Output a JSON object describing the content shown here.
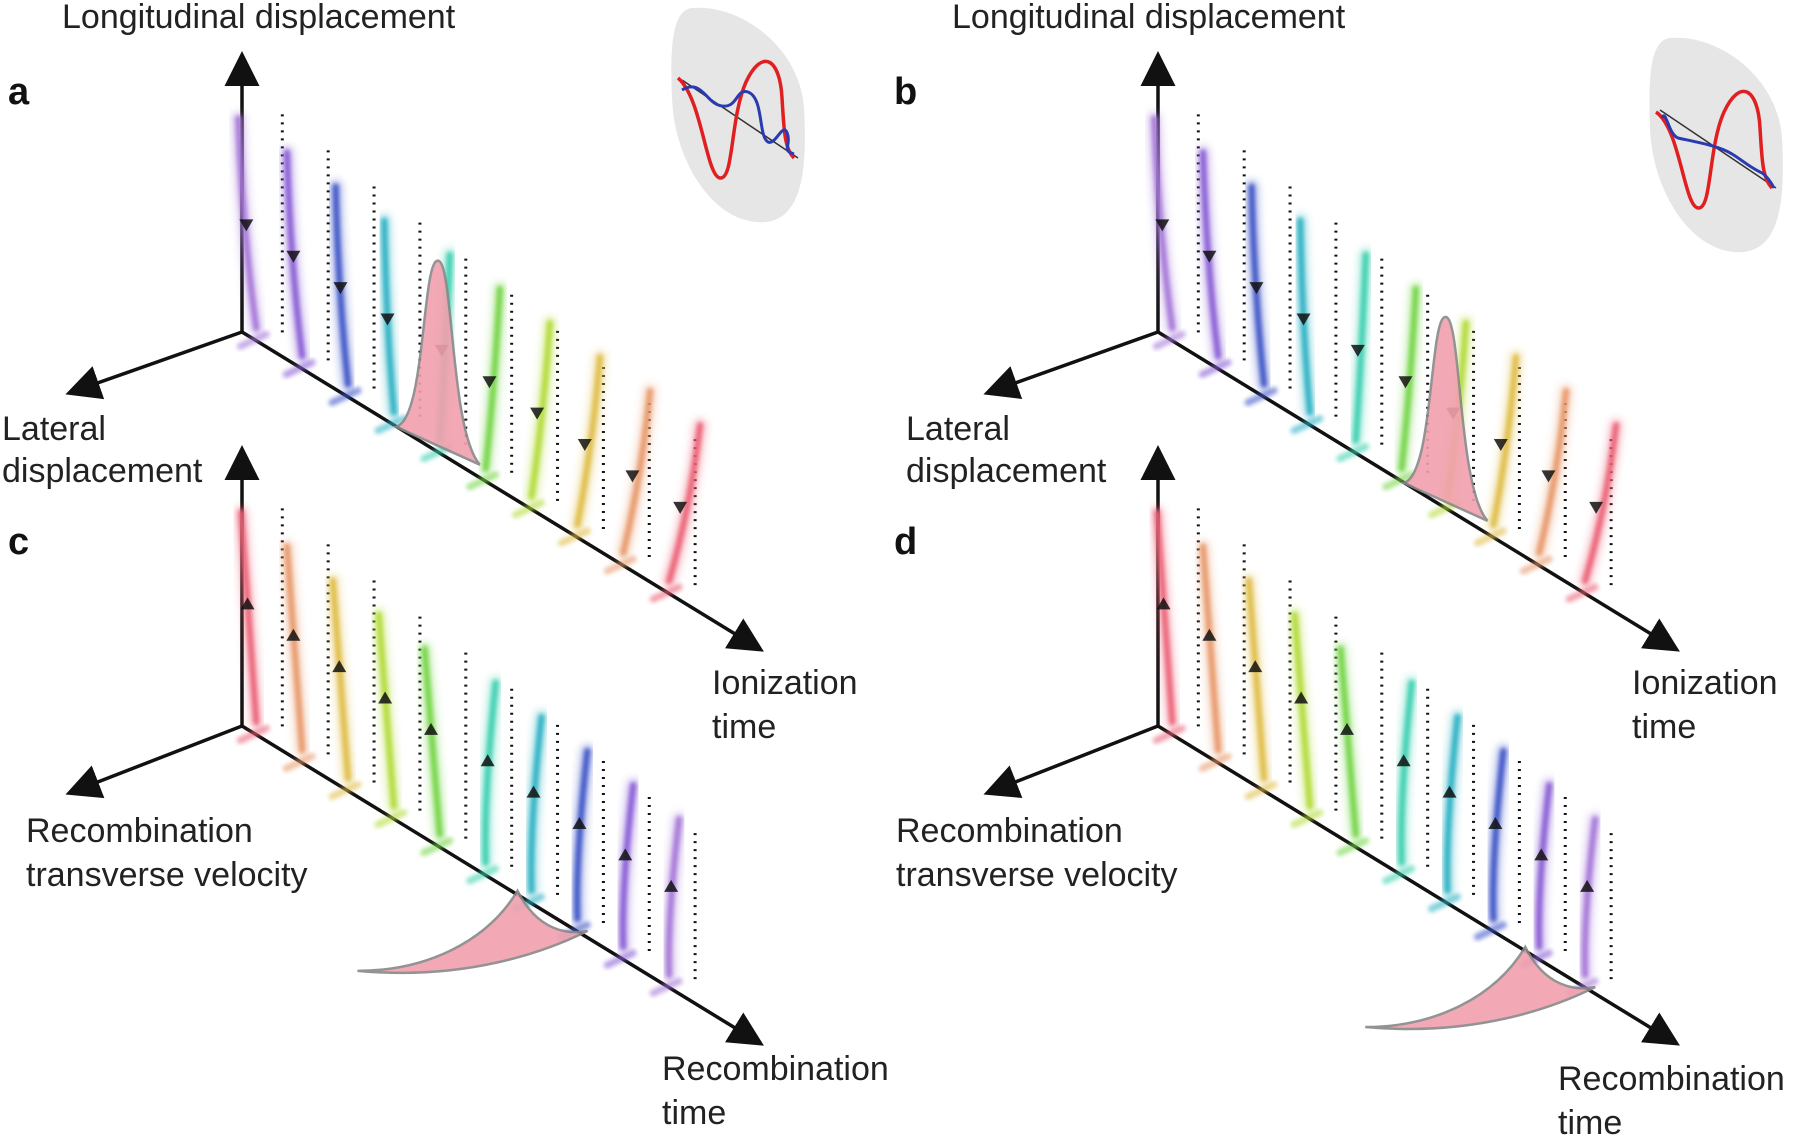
{
  "panels": [
    {
      "id": "a",
      "letter": "a",
      "vertical_label": "Longitudinal displacement",
      "left_label": [
        "Lateral",
        "displacement"
      ],
      "right_label": [
        "Ionization",
        "time"
      ],
      "direction": "up",
      "pulse_index": 4,
      "has_inset": true
    },
    {
      "id": "b",
      "letter": "b",
      "vertical_label": "Longitudinal displacement",
      "left_label": [
        "Lateral",
        "displacement"
      ],
      "right_label": [
        "Ionization",
        "time"
      ],
      "direction": "up",
      "pulse_index": 6,
      "has_inset": true
    },
    {
      "id": "c",
      "letter": "c",
      "vertical_label": "",
      "left_label": [
        "Recombination",
        "transverse velocity"
      ],
      "right_label": [
        "Recombination",
        "time"
      ],
      "direction": "down",
      "pulse_index": 6,
      "has_inset": false
    },
    {
      "id": "d",
      "letter": "d",
      "vertical_label": "",
      "left_label": [
        "Recombination",
        "transverse velocity"
      ],
      "right_label": [
        "Recombination",
        "time"
      ],
      "direction": "down",
      "pulse_index": 8,
      "has_inset": false
    }
  ],
  "colors": {
    "ionization_sequence": [
      "#a678d8",
      "#8a5fd6",
      "#3f56c8",
      "#2fb2c4",
      "#3ed0b0",
      "#76d64a",
      "#b3dc3a",
      "#e0be4a",
      "#e89a6c",
      "#ec6478"
    ],
    "recombination_sequence": [
      "#ec6478",
      "#e89a6c",
      "#e0be4a",
      "#b3dc3a",
      "#76d64a",
      "#3ed0b0",
      "#2fb2c4",
      "#3f56c8",
      "#8a5fd6",
      "#a678d8"
    ],
    "pulse_fill": "#f2a0ae",
    "field_red": "#e02020",
    "field_blue": "#2a3ab0"
  }
}
